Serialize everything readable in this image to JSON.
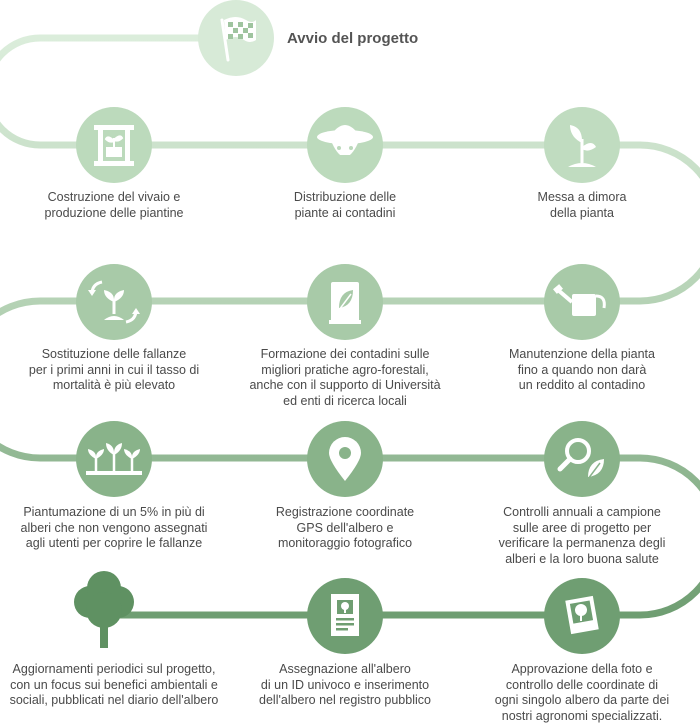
{
  "title": "Avvio del progetto",
  "colors": {
    "band_light": "#d9ebd9",
    "band_mid": "#a4c7a5",
    "band_dark": "#72a075",
    "icon_white": "#ffffff"
  },
  "steps": [
    {
      "icon": "tree-nursery-icon",
      "label": "Costruzione del vivaio e\nproduzione delle piantine"
    },
    {
      "icon": "farmer-hat-icon",
      "label": "Distribuzione delle\npiante ai contadini"
    },
    {
      "icon": "sprout-icon",
      "label": "Messa a dimora\ndella pianta"
    },
    {
      "icon": "watering-can-icon",
      "label": "Manutenzione della pianta\nfino a quando non darà\nun reddito al contadino"
    },
    {
      "icon": "leaf-book-icon",
      "label": "Formazione dei contadini sulle\nmigliori pratiche agro-forestali,\nanche con il supporto di Università\ned enti di ricerca locali"
    },
    {
      "icon": "sprout-replace-icon",
      "label": "Sostituzione delle fallanze\nper i primi anni in cui il tasso di\nmortalità è più elevato"
    },
    {
      "icon": "three-sprouts-icon",
      "label": "Piantumazione di un 5% in più di\nalberi che non vengono assegnati\nagli utenti per coprire le fallanze"
    },
    {
      "icon": "map-pin-icon",
      "label": "Registrazione coordinate\nGPS  dell'albero e\nmonitoraggio fotografico"
    },
    {
      "icon": "magnifier-leaf-icon",
      "label": "Controlli annuali a campione\nsulle aree di progetto per\nverificare la permanenza degli\nalberi e la loro buona salute"
    },
    {
      "icon": "tree-photo-icon",
      "label": "Approvazione della foto e\ncontrollo delle coordinate di\nogni singolo albero da parte dei\nnostri agronomi specializzati."
    },
    {
      "icon": "tree-certificate-icon",
      "label": "Assegnazione all'albero\ndi un ID univoco e inserimento\ndell'albero nel registro pubblico"
    },
    {
      "icon": "tree-icon",
      "label": "Aggiornamenti periodici sul progetto,\ncon un focus sui benefici ambientali e\nsociali, pubblicati nel diario dell'albero"
    }
  ]
}
